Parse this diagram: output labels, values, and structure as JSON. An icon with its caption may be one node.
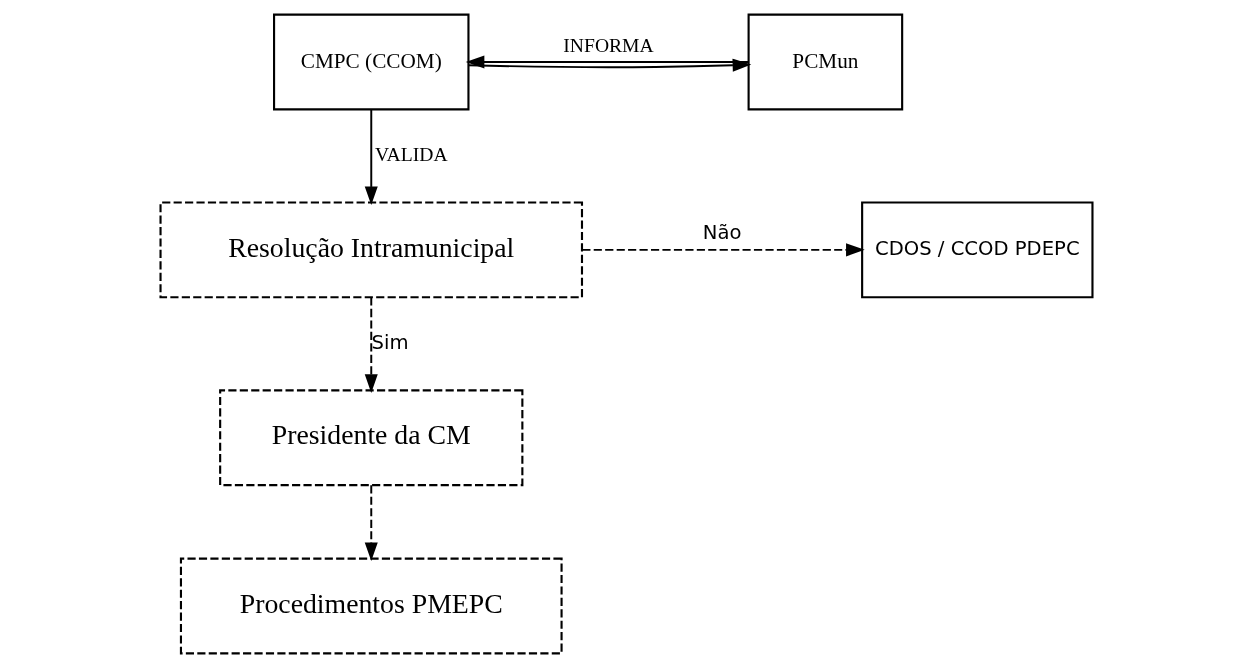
{
  "diagram": {
    "nodes": [
      {
        "text": [
          "CMPC (CCOM)"
        ]
      },
      {
        "text": [
          "PCMun"
        ]
      },
      {
        "text": [
          "Resolução Intramunicipal"
        ]
      },
      {
        "text": [
          "CDOS / CCOD PDEPC"
        ]
      },
      {
        "text": [
          "Presidente da CM"
        ]
      },
      {
        "text": [
          "Procedimentos PMEPC"
        ]
      }
    ],
    "edges": [
      {
        "from": 0,
        "to": 1,
        "arrow": "to"
      },
      {
        "from": 1,
        "to": 0,
        "arrow": "to",
        "label": "INFORMA"
      },
      {
        "from": 0,
        "to": 2,
        "arrow": "to",
        "label": "VALIDA"
      },
      {
        "from": 2,
        "to": 3,
        "arrow": "to",
        "label": "Não",
        "style": "dashed"
      },
      {
        "from": 2,
        "to": 4,
        "arrow": "to",
        "label": "Sim",
        "style": "dashed"
      },
      {
        "from": 4,
        "to": 5,
        "arrow": "to",
        "style": "dashed"
      }
    ]
  }
}
